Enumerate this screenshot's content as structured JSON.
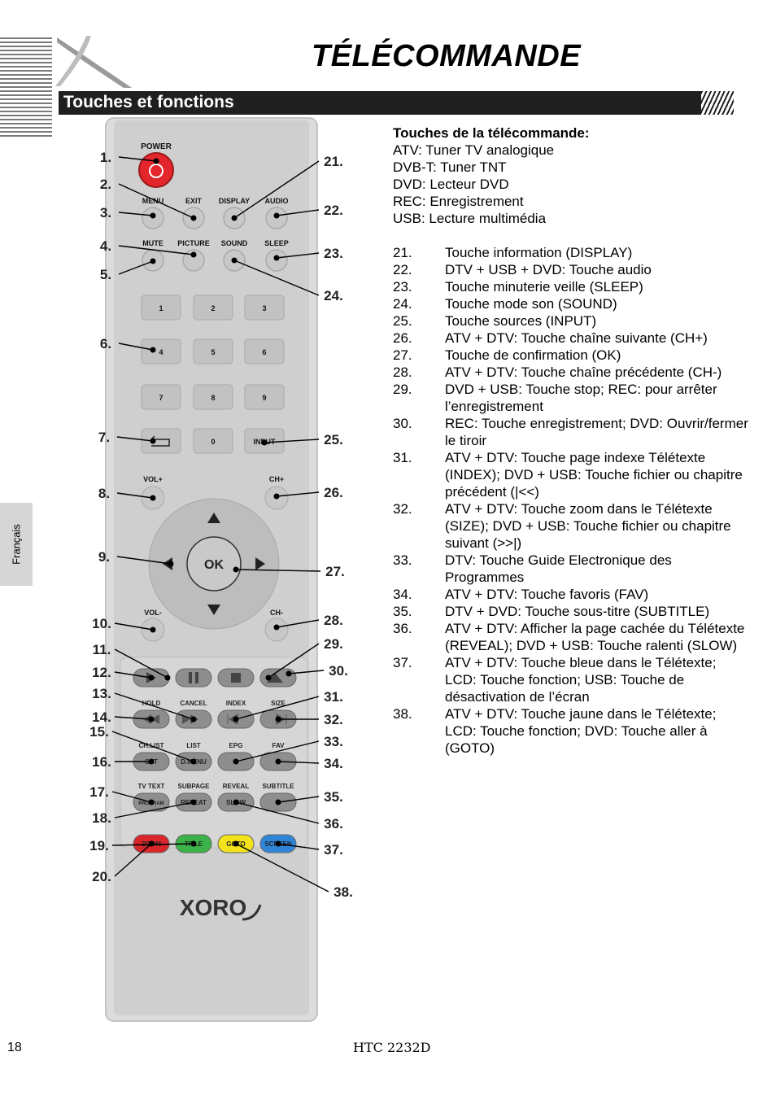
{
  "header": {
    "title": "TÉLÉCOMMANDE",
    "section": "Touches et fonctions"
  },
  "sidebar": {
    "language": "Français"
  },
  "footer": {
    "page": "18",
    "model": "HTC 2232D"
  },
  "legend": {
    "heading": "Touches de la télécommande:",
    "lines": [
      "ATV: Tuner TV analogique",
      "DVB-T: Tuner TNT",
      "DVD: Lecteur DVD",
      "REC: Enregistrement",
      "USB: Lecture multimédia"
    ]
  },
  "items": [
    {
      "num": "21.",
      "text": "Touche information (DISPLAY)"
    },
    {
      "num": "22.",
      "text": "DTV + USB + DVD: Touche audio"
    },
    {
      "num": "23.",
      "text": "Touche minuterie veille (SLEEP)"
    },
    {
      "num": "24.",
      "text": "Touche mode son (SOUND)"
    },
    {
      "num": "25.",
      "text": "Touche sources (INPUT)"
    },
    {
      "num": "26.",
      "text": "ATV + DTV: Touche chaîne suivante (CH+)"
    },
    {
      "num": "27.",
      "text": "Touche de confirmation (OK)"
    },
    {
      "num": "28.",
      "text": "ATV + DTV: Touche chaîne précédente (CH-)"
    },
    {
      "num": "29.",
      "text": "DVD + USB: Touche stop; REC: pour arrêter l’enregistrement"
    },
    {
      "num": "30.",
      "text": "REC: Touche enregistrement; DVD: Ouvrir/fermer le tiroir"
    },
    {
      "num": "31.",
      "text": "ATV + DTV: Touche page indexe Télétexte (INDEX); DVD + USB: Touche fichier ou chapitre précédent (|<<)"
    },
    {
      "num": "32.",
      "text": "ATV + DTV: Touche zoom dans le Télétexte (SIZE); DVD + USB: Touche fichier ou chapitre suivant (>>|)"
    },
    {
      "num": "33.",
      "text": "DTV: Touche Guide Electronique des Programmes"
    },
    {
      "num": "34.",
      "text": "ATV + DTV: Touche favoris (FAV)"
    },
    {
      "num": "35.",
      "text": "DTV + DVD: Touche sous-titre (SUBTITLE)"
    },
    {
      "num": "36.",
      "text": "ATV + DTV: Afficher la page cachée du Télétexte (REVEAL); DVD + USB: Touche ralenti (SLOW)"
    },
    {
      "num": "37.",
      "text": "ATV + DTV: Touche bleue dans le Télétexte; LCD: Touche fonction; USB: Touche de désactivation de l’écran"
    },
    {
      "num": "38.",
      "text": "ATV + DTV: Touche jaune dans le Télétexte; LCD: Touche fonction; DVD: Touche aller à (GOTO)"
    }
  ],
  "remote": {
    "buttons": {
      "power": "POWER",
      "row1": [
        "MENU",
        "EXIT",
        "DISPLAY",
        "AUDIO"
      ],
      "row2": [
        "MUTE",
        "PICTURE",
        "SOUND",
        "SLEEP"
      ],
      "digits": [
        "1",
        "2",
        "3",
        "4",
        "5",
        "6",
        "7",
        "8",
        "9",
        "0"
      ],
      "input": "INPUT",
      "vol_plus": "VOL+",
      "ch_plus": "CH+",
      "ok": "OK",
      "vol_minus": "VOL-",
      "ch_minus": "CH-",
      "row_hold": [
        "HOLD",
        "CANCEL",
        "INDEX",
        "SIZE"
      ],
      "row_list": [
        "CH.LIST",
        "LIST",
        "EPG",
        "FAV"
      ],
      "row_list_keys": [
        "SET",
        "D.MENU"
      ],
      "row_text": [
        "TV TEXT",
        "SUBPAGE",
        "REVEAL",
        "SUBTITLE"
      ],
      "row_text_keys": [
        "PROGRAM",
        "REPEAT",
        "SLOW"
      ],
      "color_keys": [
        "ZOOM",
        "TITLE",
        "GOTO",
        "SCREEN"
      ],
      "brand": "XORO"
    },
    "callouts": [
      "1.",
      "2.",
      "3.",
      "4.",
      "5.",
      "6.",
      "7.",
      "8.",
      "9.",
      "10.",
      "11.",
      "12.",
      "13.",
      "14.",
      "15.",
      "16.",
      "17.",
      "18.",
      "19.",
      "20.",
      "21.",
      "22.",
      "23.",
      "24.",
      "25.",
      "26.",
      "27.",
      "28.",
      "29.",
      "30.",
      "31.",
      "32.",
      "33.",
      "34.",
      "35.",
      "36.",
      "37.",
      "38."
    ]
  },
  "colors": {
    "zoom": "#d8262a",
    "title": "#3bb34a",
    "goto": "#f2e31b",
    "screen": "#2f86d8",
    "power": "#e3262b"
  }
}
